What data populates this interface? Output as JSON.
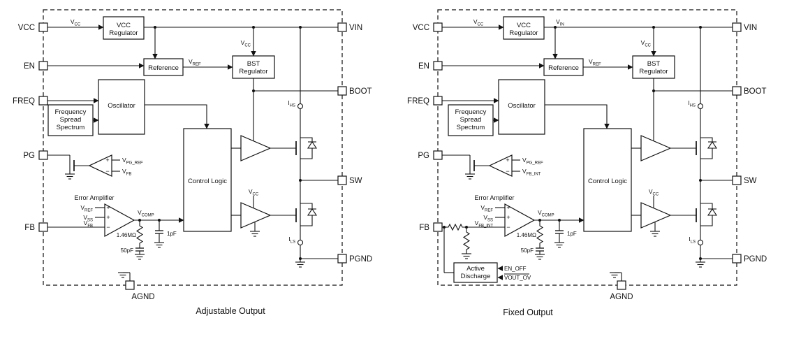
{
  "captions": {
    "left": "Adjustable Output",
    "right": "Fixed Output"
  },
  "pins": {
    "vcc": "VCC",
    "en": "EN",
    "freq": "FREQ",
    "pg": "PG",
    "fb": "FB",
    "vin": "VIN",
    "boot": "BOOT",
    "sw": "SW",
    "pgnd": "PGND",
    "agnd": "AGND"
  },
  "blocks": {
    "vcc_reg_l1": "VCC",
    "vcc_reg_l2": "Regulator",
    "reference": "Reference",
    "bst_l1": "BST",
    "bst_l2": "Regulator",
    "oscillator": "Oscillator",
    "fss_l1": "Frequency",
    "fss_l2": "Spread",
    "fss_l3": "Spectrum",
    "control_logic": "Control Logic",
    "error_amplifier": "Error Amplifier",
    "active_l1": "Active",
    "active_l2": "Discharge"
  },
  "signals": {
    "v": "V",
    "i": "I",
    "sub_cc": "CC",
    "sub_in": "IN",
    "sub_ref": "REF",
    "sub_ss": "SS",
    "sub_fb": "FB",
    "sub_fb_int": "FB_INT",
    "sub_comp": "COMP",
    "sub_pg_ref": "PG_REF",
    "sub_hs": "HS",
    "sub_ls": "LS",
    "plus": "+",
    "minus": "−",
    "en_off": "EN_OFF",
    "vout_ov": "VOUT_OV",
    "r_comp": "1.46MΩ",
    "c_comp": "1pF",
    "c_hf": "50pF"
  },
  "colors": {
    "line": "#111111",
    "background": "#ffffff"
  }
}
